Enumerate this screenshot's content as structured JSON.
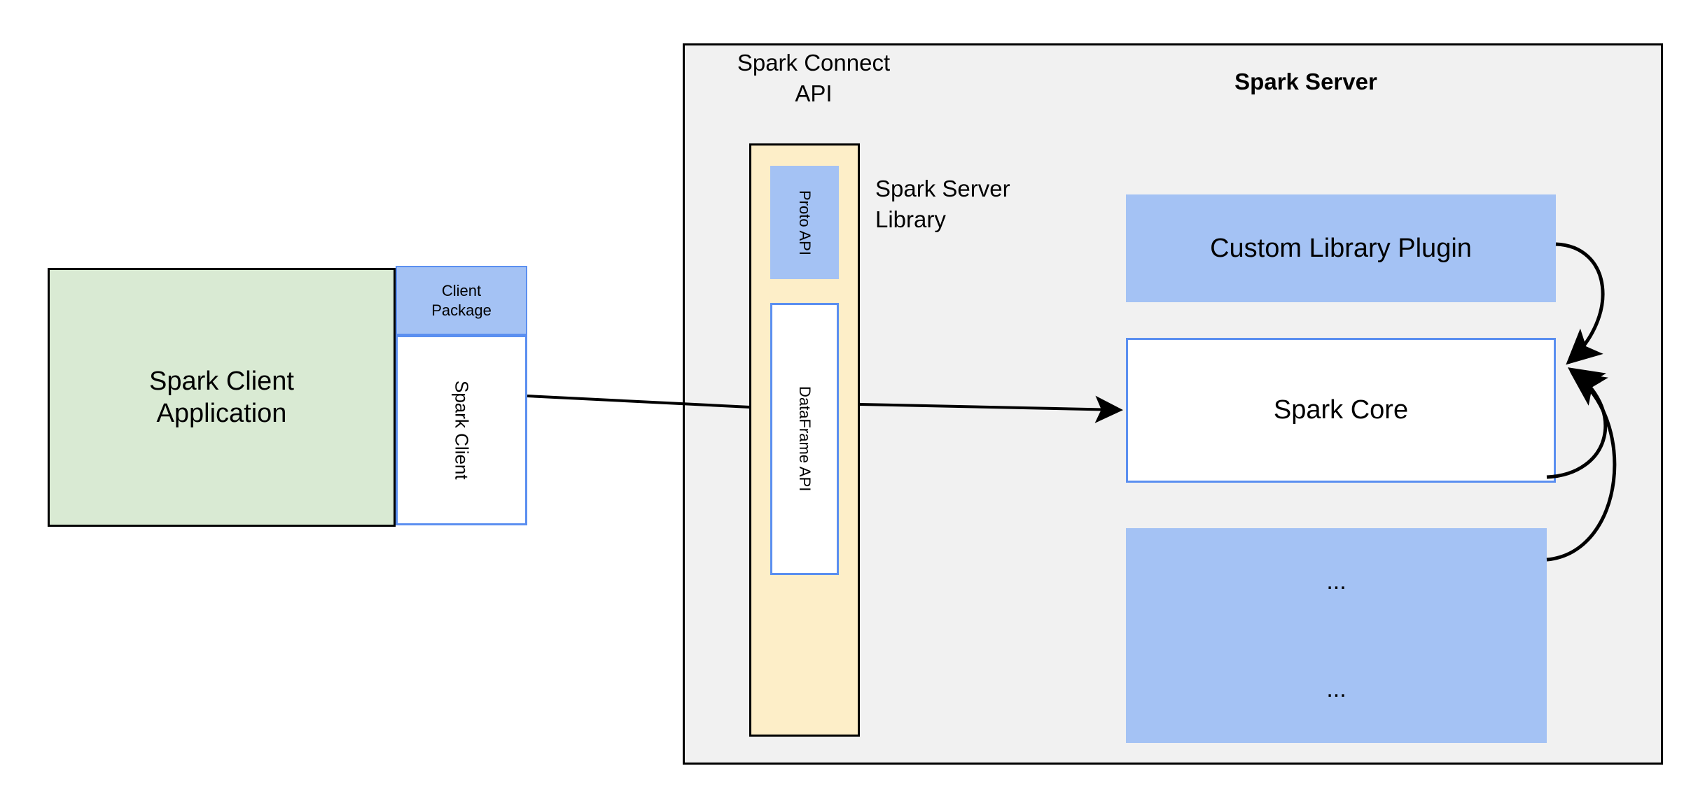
{
  "diagram": {
    "client": {
      "app_label": "Spark Client\nApplication",
      "app_label_line1": "Spark Client",
      "app_label_line2": "Application",
      "package_label_line1": "Client",
      "package_label_line2": "Package",
      "spark_client_label": "Spark Client"
    },
    "server": {
      "title": "Spark Server",
      "connect_api_label_line1": "Spark Connect",
      "connect_api_label_line2": "API",
      "server_library_label_line1": "Spark Server",
      "server_library_label_line2": "Library",
      "connect_column": {
        "proto_api_label": "Proto API",
        "dataframe_api_label": "DataFrame API"
      },
      "blocks": [
        {
          "label": "Custom Library Plugin"
        },
        {
          "label": "Spark Core"
        },
        {
          "label": "..."
        },
        {
          "label": "..."
        }
      ]
    },
    "colors": {
      "green_fill": "#d9ead3",
      "blue_fill": "#a4c2f4",
      "blue_stroke": "#5b8ff0",
      "yellow_fill": "#fdeec8",
      "gray_fill": "#f1f1f1",
      "black_stroke": "#000000",
      "white_fill": "#ffffff"
    }
  }
}
